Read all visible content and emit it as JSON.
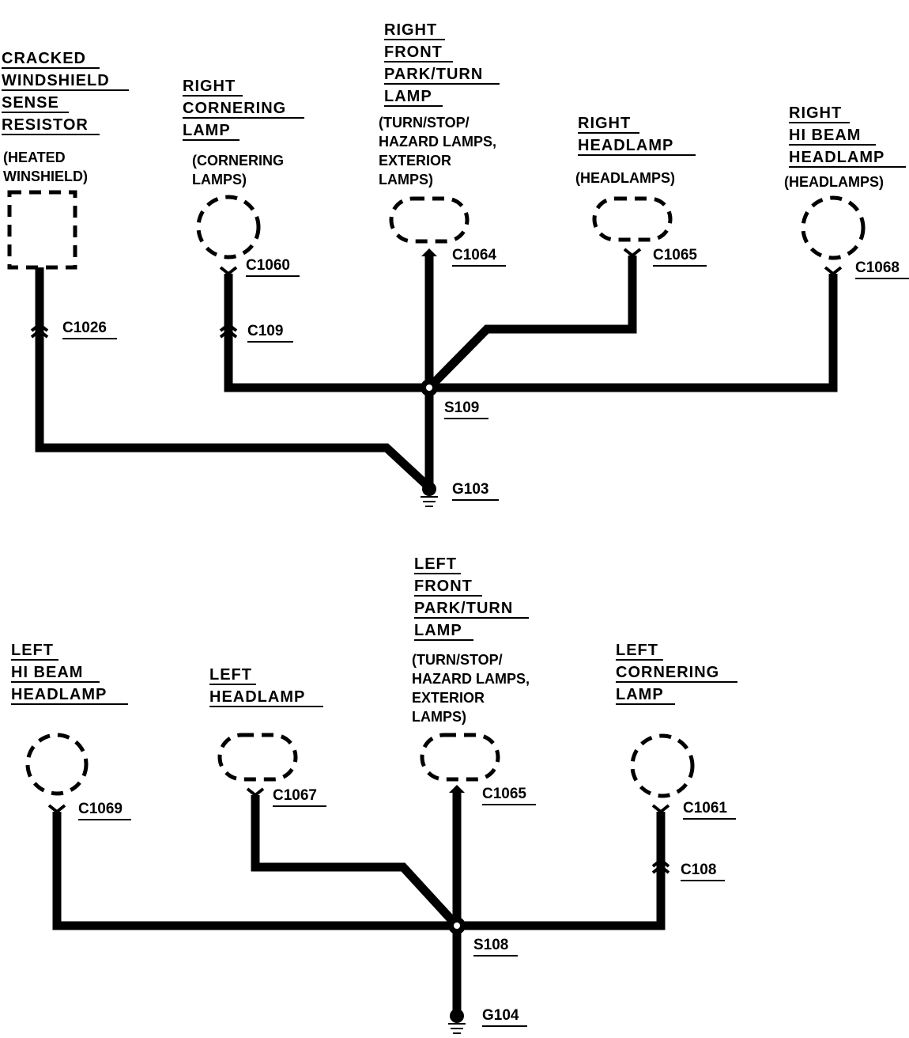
{
  "top_circuit": {
    "components": {
      "windshield": {
        "name": [
          "CRACKED",
          "WINDSHIELD",
          "SENSE",
          "RESISTOR"
        ],
        "system": [
          "(HEATED",
          "WINSHIELD)"
        ],
        "connectors": [
          "C1026"
        ]
      },
      "right_cornering": {
        "name": [
          "RIGHT",
          "CORNERING",
          "LAMP"
        ],
        "system": [
          "(CORNERING",
          "LAMPS)"
        ],
        "connectors": [
          "C1060",
          "C109"
        ]
      },
      "right_park_turn": {
        "name": [
          "RIGHT",
          "FRONT",
          "PARK/TURN",
          "LAMP"
        ],
        "system": [
          "(TURN/STOP/",
          "HAZARD LAMPS,",
          "EXTERIOR",
          "LAMPS)"
        ],
        "connectors": [
          "C1064"
        ]
      },
      "right_headlamp": {
        "name": [
          "RIGHT",
          "HEADLAMP"
        ],
        "system": [
          "(HEADLAMPS)"
        ],
        "connectors": [
          "C1065"
        ]
      },
      "right_hi_beam": {
        "name": [
          "RIGHT",
          "HI BEAM",
          "HEADLAMP"
        ],
        "system": [
          "(HEADLAMPS)"
        ],
        "connectors": [
          "C1068"
        ]
      }
    },
    "splice": "S109",
    "ground": "G103"
  },
  "bottom_circuit": {
    "components": {
      "left_hi_beam": {
        "name": [
          "LEFT",
          "HI BEAM",
          "HEADLAMP"
        ],
        "connectors": [
          "C1069"
        ]
      },
      "left_headlamp": {
        "name": [
          "LEFT",
          "HEADLAMP"
        ],
        "connectors": [
          "C1067"
        ]
      },
      "left_park_turn": {
        "name": [
          "LEFT",
          "FRONT",
          "PARK/TURN",
          "LAMP"
        ],
        "system": [
          "(TURN/STOP/",
          "HAZARD LAMPS,",
          "EXTERIOR",
          "LAMPS)"
        ],
        "connectors": [
          "C1065"
        ]
      },
      "left_cornering": {
        "name": [
          "LEFT",
          "CORNERING",
          "LAMP"
        ],
        "connectors": [
          "C1061",
          "C108"
        ]
      }
    },
    "splice": "S108",
    "ground": "G104"
  }
}
